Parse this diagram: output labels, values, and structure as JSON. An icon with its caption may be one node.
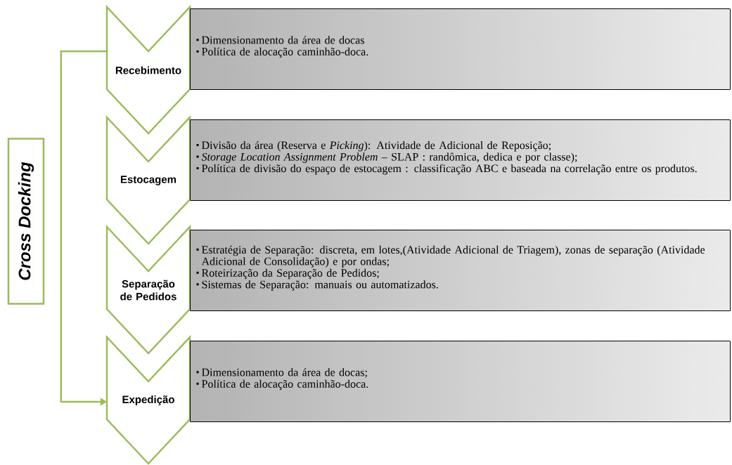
{
  "diagram": {
    "nodes": [
      {
        "text": [
          "Cross Docking"
        ]
      },
      {
        "text": [
          "Recebimento"
        ]
      },
      {
        "text": [
          "Dimensionamento da área de docas",
          "Política de alocação caminhão-doca."
        ]
      },
      {
        "text": [
          "Estocagem"
        ]
      },
      {
        "text": [
          "Divisão da área (Reserva e *Picking*): Atividade de  Adicional de Reposição;",
          "*Storage Location Assignment Problem* – SLAP : randômica, dedica e por classe);",
          "Política de divisão do espaço de estocagem : classificação ABC e baseada na correlação entre os produtos."
        ]
      },
      {
        "text": [
          "Separação de Pedidos"
        ]
      },
      {
        "text": [
          "Estratégia de Separação: discreta, em lotes,(Atividade Adicional de Triagem), zonas de separação  (Atividade Adicional de Consolidação) e por ondas;",
          "Roteirização da Separação de Pedidos;",
          "Sistemas de Separação: manuais ou automatizados."
        ]
      },
      {
        "text": [
          "Expedição"
        ]
      },
      {
        "text": [
          "Dimensionamento  da área de docas;",
          "Política de alocação caminhão-doca."
        ]
      }
    ],
    "edges": [
      {
        "from": 1,
        "to": 7,
        "arrow": "to"
      }
    ]
  }
}
